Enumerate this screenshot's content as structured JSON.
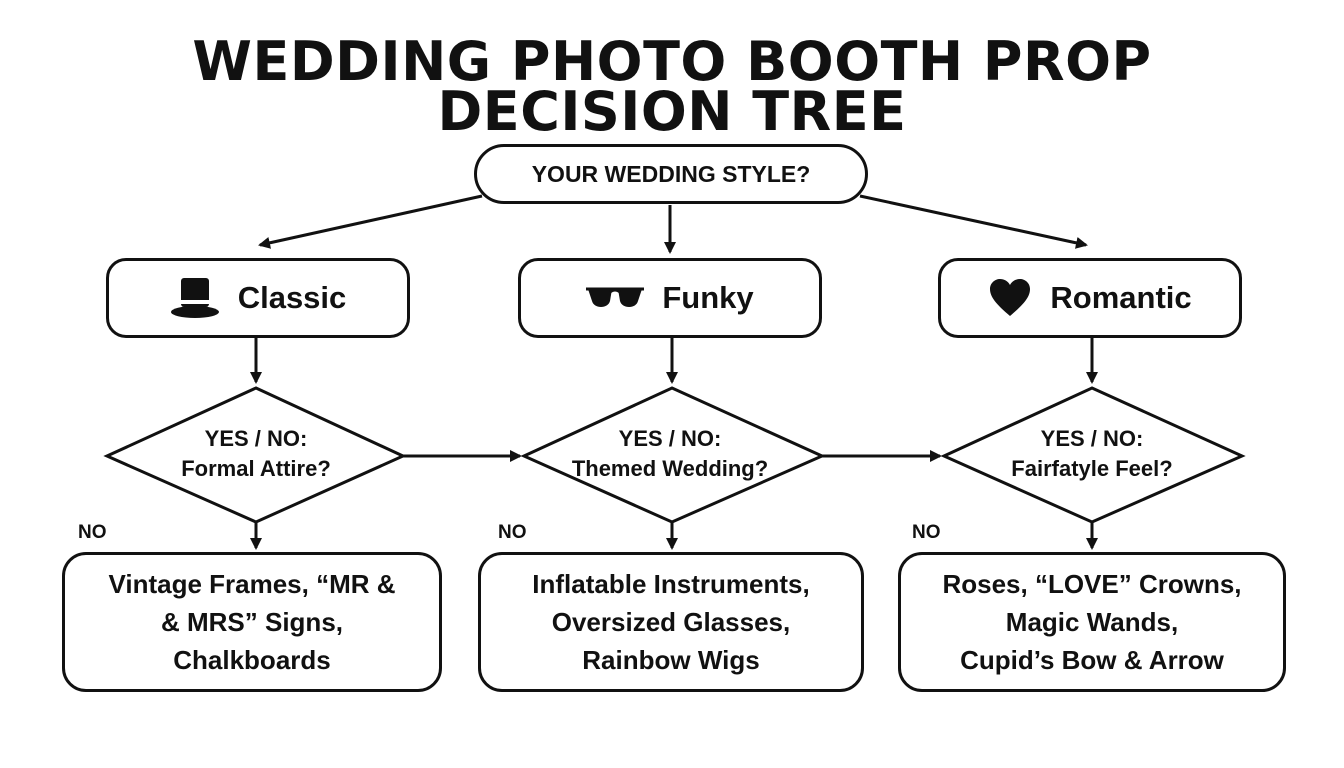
{
  "title": {
    "line1": "WEDDING PHOTO BOOTH PROP",
    "line2": "DECISION TREE"
  },
  "root": {
    "label": "YOUR WEDDING STYLE?"
  },
  "branches": [
    {
      "style": "Classic",
      "icon": "top-hat-icon",
      "question_line1": "YES / NO:",
      "question_line2": "Formal Attire?",
      "no_label": "NO",
      "props": [
        "Vintage Frames, “MR &",
        "& MRS” Signs,",
        "Chalkboards"
      ]
    },
    {
      "style": "Funky",
      "icon": "sunglasses-icon",
      "question_line1": "YES / NO:",
      "question_line2": "Themed Wedding?",
      "no_label": "NO",
      "props": [
        "Inflatable Instruments,",
        "Oversized Glasses,",
        "Rainbow Wigs"
      ]
    },
    {
      "style": "Romantic",
      "icon": "heart-icon",
      "question_line1": "YES / NO:",
      "question_line2": "Fairfatyle Feel?",
      "no_label": "NO",
      "props": [
        "Roses, “LOVE” Crowns,",
        "Magic Wands,",
        "Cupid’s Bow & Arrow"
      ]
    }
  ],
  "colors": {
    "ink": "#111111",
    "background": "#ffffff"
  }
}
